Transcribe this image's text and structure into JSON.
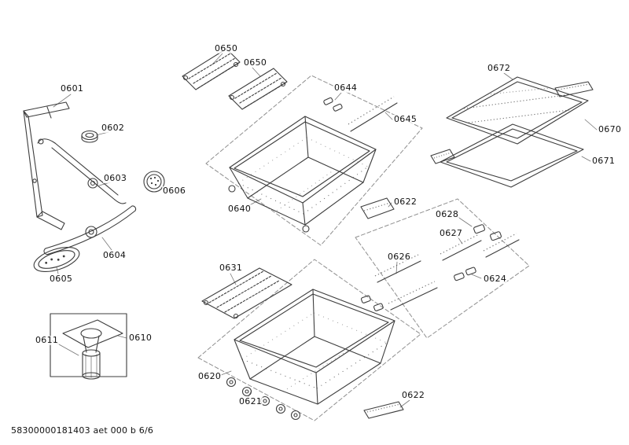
{
  "footer": {
    "text": "58300000181403 aet 000 b 6/6"
  },
  "labels": {
    "p0601": "0601",
    "p0602": "0602",
    "p0603": "0603",
    "p0604": "0604",
    "p0605": "0605",
    "p0606": "0606",
    "p0610": "0610",
    "p0611": "0611",
    "p0620": "0620",
    "p0621": "0621",
    "p0622a": "0622",
    "p0622b": "0622",
    "p0624": "0624",
    "p0626": "0626",
    "p0627": "0627",
    "p0628": "0628",
    "p0631": "0631",
    "p0640": "0640",
    "p0644": "0644",
    "p0645": "0645",
    "p0650a": "0650",
    "p0650b": "0650",
    "p0670": "0670",
    "p0671": "0671",
    "p0672": "0672"
  }
}
